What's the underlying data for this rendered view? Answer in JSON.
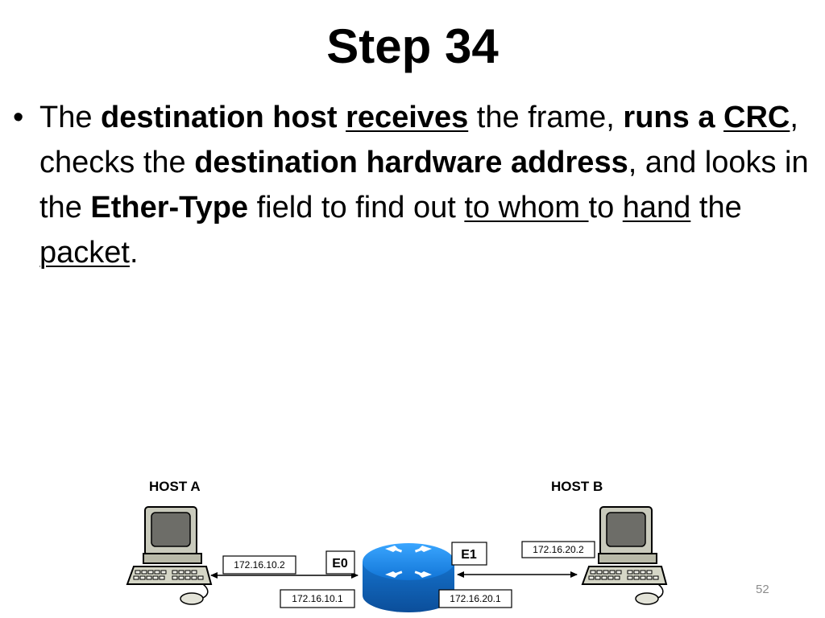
{
  "slide": {
    "title": "Step 34",
    "bullet": {
      "t1": "The ",
      "t2": "destination host",
      "t3": " ",
      "t4": "receives",
      "t5": " the frame, ",
      "t6": "runs a ",
      "t7": "CRC",
      "t8": ", checks the ",
      "t9": "destination hardware address",
      "t10": ", and looks in the ",
      "t11": "Ether-Type",
      "t12": " field to find out ",
      "t13": "to whom ",
      "t14": "to ",
      "t15": "hand",
      "t16": " the ",
      "t17": "packet",
      "t18": "."
    },
    "page_number": "52"
  },
  "diagram": {
    "host_a_label": "HOST A",
    "host_b_label": "HOST B",
    "host_a_ip": "172.16.10.2",
    "router_e0_ip": "172.16.10.1",
    "router_e1_ip": "172.16.20.1",
    "host_b_ip": "172.16.20.2",
    "e0_label": "E0",
    "e1_label": "E1",
    "router_color": "#1e8fe0"
  }
}
